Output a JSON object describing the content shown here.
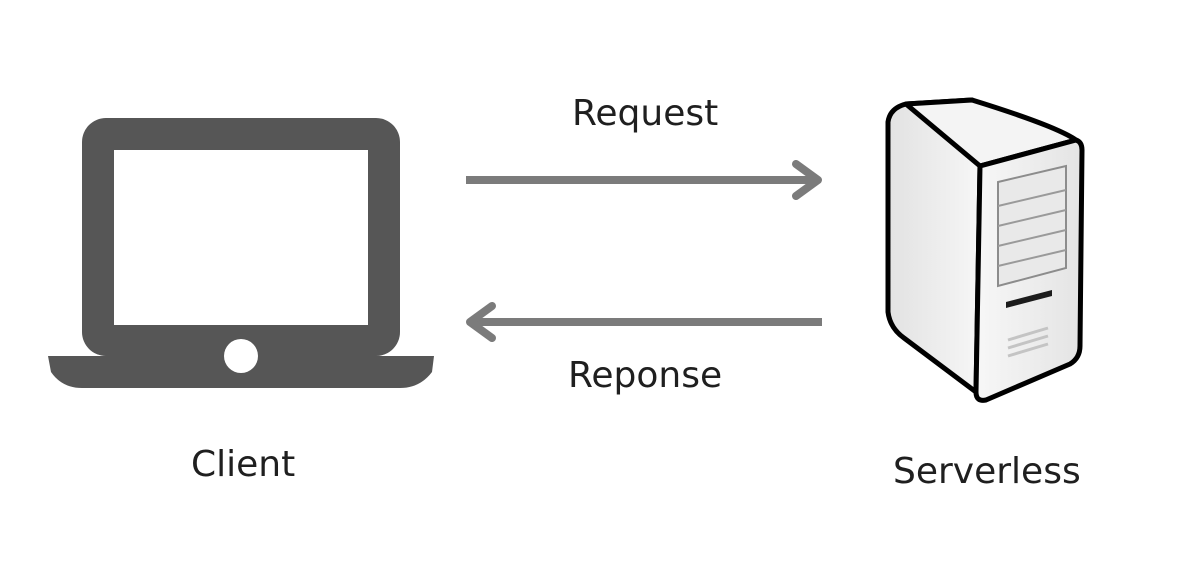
{
  "nodes": {
    "client": {
      "label": "Client",
      "icon": "laptop-icon"
    },
    "server": {
      "label": "Serverless",
      "icon": "server-tower-icon"
    }
  },
  "edges": {
    "request": {
      "label": "Request",
      "direction": "client-to-server"
    },
    "response": {
      "label": "Reponse",
      "direction": "server-to-client"
    }
  },
  "colors": {
    "laptop": "#565656",
    "arrow": "#7b7b7b",
    "server_outline": "#000000",
    "server_body": "#ececec",
    "text": "#1f1f1f"
  }
}
